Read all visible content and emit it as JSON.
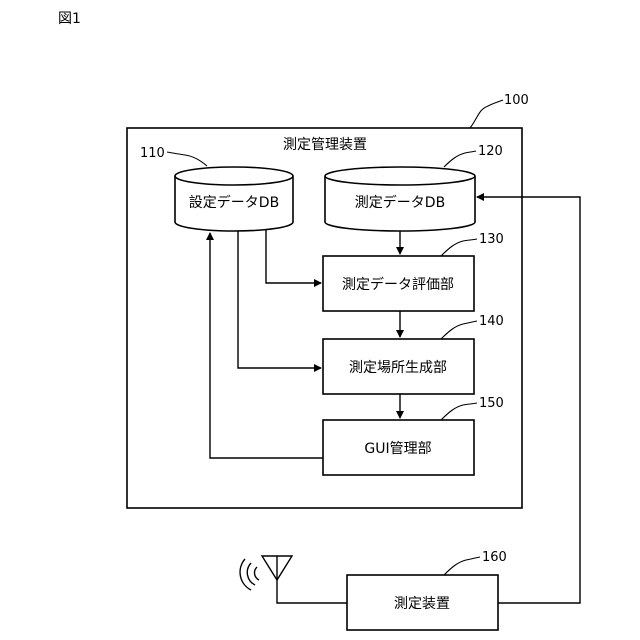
{
  "figure_label": "図1",
  "system": {
    "ref": "100",
    "title": "測定管理装置"
  },
  "setting_db": {
    "ref": "110",
    "label": "設定データDB"
  },
  "measurement_db": {
    "ref": "120",
    "label": "測定データDB"
  },
  "evaluation_unit": {
    "ref": "130",
    "label": "測定データ評価部"
  },
  "location_unit": {
    "ref": "140",
    "label": "測定場所生成部"
  },
  "gui_unit": {
    "ref": "150",
    "label": "GUI管理部"
  },
  "device": {
    "ref": "160",
    "label": "測定装置"
  }
}
